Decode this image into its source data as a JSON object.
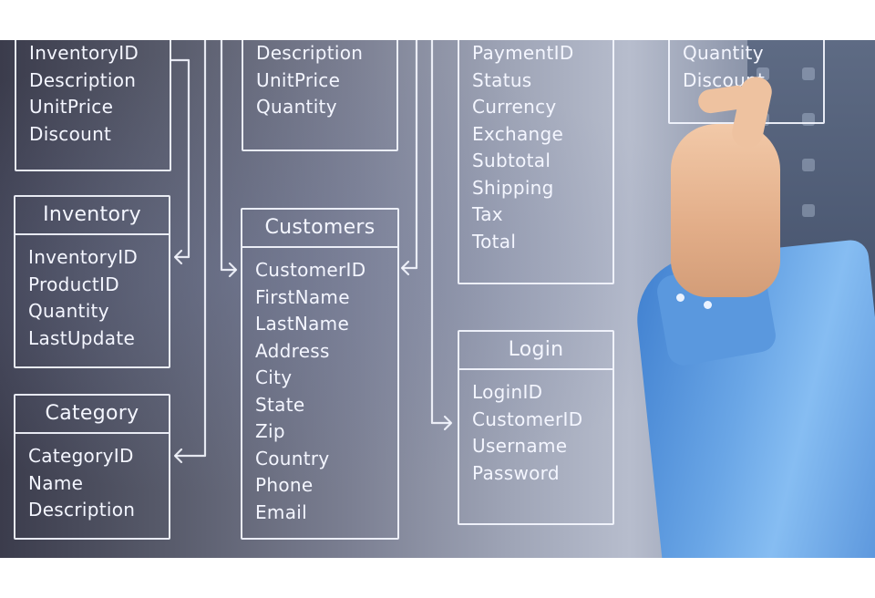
{
  "tables": {
    "product": {
      "fields": [
        "InventoryID",
        "Description",
        "UnitPrice",
        "Discount"
      ]
    },
    "orderdetail": {
      "fields": [
        "Description",
        "UnitPrice",
        "Quantity"
      ]
    },
    "payment": {
      "fields": [
        "PaymentID",
        "Status",
        "Currency",
        "Exchange",
        "Subtotal",
        "Shipping",
        "Tax",
        "Total"
      ]
    },
    "partial": {
      "fields": [
        "Quantity",
        "Discount"
      ]
    },
    "inventory": {
      "title": "Inventory",
      "fields": [
        "InventoryID",
        "ProductID",
        "Quantity",
        "LastUpdate"
      ]
    },
    "customers": {
      "title": "Customers",
      "fields": [
        "CustomerID",
        "FirstName",
        "LastName",
        "Address",
        "City",
        "State",
        "Zip",
        "Country",
        "Phone",
        "Email"
      ]
    },
    "login": {
      "title": "Login",
      "fields": [
        "LoginID",
        "CustomerID",
        "Username",
        "Password"
      ]
    },
    "category": {
      "title": "Category",
      "fields": [
        "CategoryID",
        "Name",
        "Description"
      ]
    }
  }
}
